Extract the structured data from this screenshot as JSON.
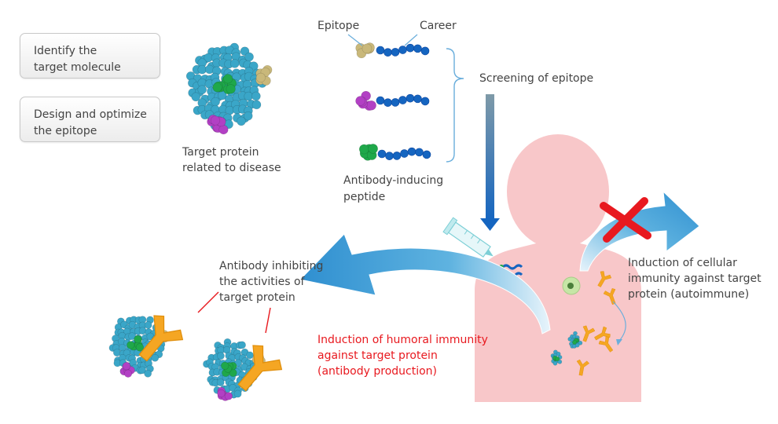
{
  "steps": [
    {
      "line1": "Identify the",
      "line2": "target molecule"
    },
    {
      "line1": "Design and optimize",
      "line2": "the epitope"
    }
  ],
  "labels": {
    "epitope": "Epitope",
    "career": "Career",
    "screening": "Screening of epitope",
    "target_protein_1": "Target protein",
    "target_protein_2": "related to disease",
    "peptide_1": "Antibody-inducing",
    "peptide_2": "peptide",
    "antibody_inhibit_1": "Antibody inhibiting",
    "antibody_inhibit_2": "the activities of",
    "antibody_inhibit_3": "target protein",
    "humoral_1": "Induction of humoral immunity",
    "humoral_2": "against target protein",
    "humoral_3": "(antibody production)",
    "cellular_1": "Induction of cellular",
    "cellular_2": "immunity against target",
    "cellular_3": "protein (autoimmune)"
  },
  "colors": {
    "protein": "#3aa6c8",
    "epitope_green": "#1fa84a",
    "epitope_purple": "#b240c4",
    "epitope_tan": "#c9b87a",
    "carrier_blue": "#1565c0",
    "body_pink": "#f8c7c9",
    "antibody_orange": "#f5a623",
    "humoral_text": "#e8191f",
    "blocked_x": "#e8191f"
  }
}
